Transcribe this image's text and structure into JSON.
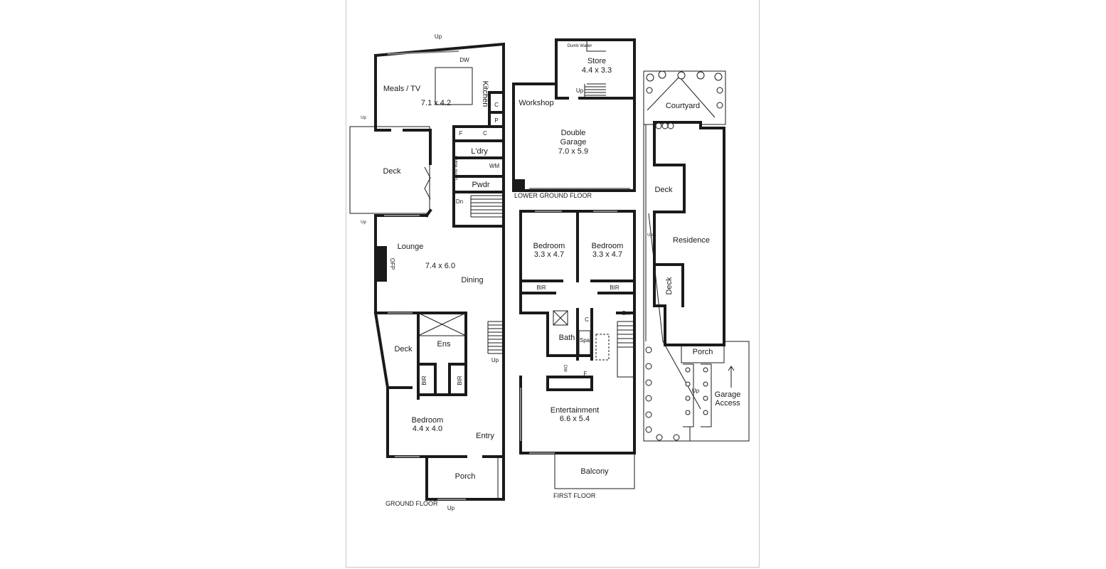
{
  "floors": {
    "ground": "GROUND FLOOR",
    "lower_ground": "LOWER GROUND FLOOR",
    "first": "FIRST FLOOR"
  },
  "ground_rooms": {
    "meals_tv": {
      "name": "Meals / TV",
      "size": "7.1 x 4.2"
    },
    "kitchen": "Kitchen",
    "dw": "DW",
    "c1": "C",
    "p": "P",
    "f": "F",
    "c2": "C",
    "laundry": "L'dry",
    "wm": "WM",
    "dumb_waiter": "Dumb Waiter",
    "powder": "Pwdr",
    "dn": "Dn",
    "deck": "Deck",
    "lounge": "Lounge",
    "lounge_size": "7.4 x 6.0",
    "dining": "Dining",
    "ofp": "OFP",
    "deck2": "Deck",
    "ens": "Ens",
    "bir1": "BIR",
    "bir2": "BIR",
    "bedroom": {
      "name": "Bedroom",
      "size": "4.4 x 4.0"
    },
    "entry": "Entry",
    "porch": "Porch",
    "up_top": "Up",
    "up_deck_top": "Up",
    "up_deck_bottom": "Up",
    "up_stairs": "Up",
    "up_bottom": "Up"
  },
  "lower_rooms": {
    "store": {
      "name": "Store",
      "size": "4.4 x 3.3"
    },
    "dumb_waiter": "Dumb Waiter",
    "up": "Up",
    "workshop": "Workshop",
    "garage": {
      "name1": "Double",
      "name2": "Garage",
      "size": "7.0 x 5.9"
    }
  },
  "first_rooms": {
    "bedroom1": {
      "name": "Bedroom",
      "size": "3.3 x 4.7"
    },
    "bedroom2": {
      "name": "Bedroom",
      "size": "3.3 x 4.7"
    },
    "bir1": "BIR",
    "bir2": "BIR",
    "c": "C",
    "dn": "Dn",
    "bath": "Bath",
    "spa": "Spa",
    "dw": "DW",
    "f": "F",
    "entertainment": {
      "name": "Entertainment",
      "size": "6.6 x 5.4"
    },
    "balcony": "Balcony"
  },
  "site": {
    "courtyard": "Courtyard",
    "deck1": "Deck",
    "up": "Up",
    "residence": "Residence",
    "deck2": "Deck",
    "porch": "Porch",
    "up2": "Up",
    "garage_access1": "Garage",
    "garage_access2": "Access"
  }
}
